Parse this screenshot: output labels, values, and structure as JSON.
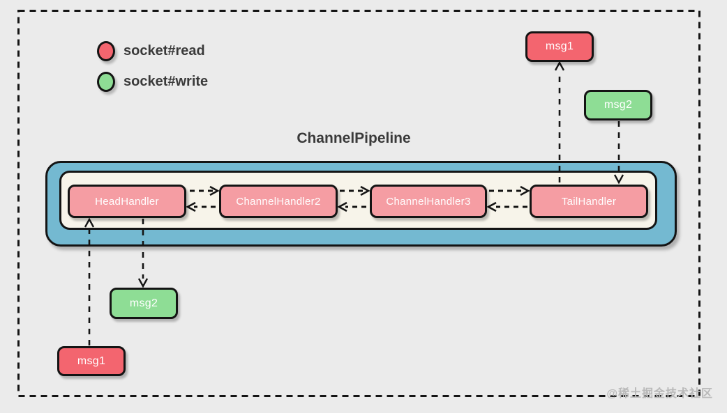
{
  "title": "ChannelPipeline",
  "legend": {
    "items": [
      {
        "label": "socket#read",
        "color": "#f3656f"
      },
      {
        "label": "socket#write",
        "color": "#8edd95"
      }
    ]
  },
  "pipeline": {
    "handlers": [
      {
        "label": "HeadHandler",
        "color": "#f59da3"
      },
      {
        "label": "ChannelHandler2",
        "color": "#f59da3"
      },
      {
        "label": "ChannelHandler3",
        "color": "#f59da3"
      },
      {
        "label": "TailHandler",
        "color": "#f59da3"
      }
    ]
  },
  "messages": {
    "top_msg1": {
      "label": "msg1",
      "type": "socket#read",
      "color": "#f3656f"
    },
    "top_msg2": {
      "label": "msg2",
      "type": "socket#write",
      "color": "#8edd95"
    },
    "bottom_msg2": {
      "label": "msg2",
      "type": "socket#write",
      "color": "#8edd95"
    },
    "bottom_msg1": {
      "label": "msg1",
      "type": "socket#read",
      "color": "#f3656f"
    }
  },
  "flows": [
    {
      "from": "HeadHandler",
      "to": "ChannelHandler2",
      "style": "dashed"
    },
    {
      "from": "ChannelHandler2",
      "to": "HeadHandler",
      "style": "dashed"
    },
    {
      "from": "ChannelHandler2",
      "to": "ChannelHandler3",
      "style": "dashed"
    },
    {
      "from": "ChannelHandler3",
      "to": "ChannelHandler2",
      "style": "dashed"
    },
    {
      "from": "ChannelHandler3",
      "to": "TailHandler",
      "style": "dashed"
    },
    {
      "from": "TailHandler",
      "to": "ChannelHandler3",
      "style": "dashed"
    },
    {
      "from": "bottom_msg1",
      "to": "HeadHandler",
      "style": "dashed"
    },
    {
      "from": "HeadHandler",
      "to": "bottom_msg2",
      "style": "dashed"
    },
    {
      "from": "TailHandler",
      "to": "top_msg1",
      "style": "dashed"
    },
    {
      "from": "top_msg2",
      "to": "TailHandler",
      "style": "dashed"
    }
  ],
  "watermark": "@稀土掘金技术社区",
  "colors": {
    "background": "#ebebeb",
    "stroke": "#141414",
    "pipeline_outer": "#74b9d1",
    "pipeline_inner": "#f7f4ea",
    "handler": "#f59da3",
    "msg_read": "#f3656f",
    "msg_write": "#8edd95",
    "text_dark": "#3a3a3a",
    "text_light": "#ffffff",
    "watermark": "#b9b9b9"
  }
}
